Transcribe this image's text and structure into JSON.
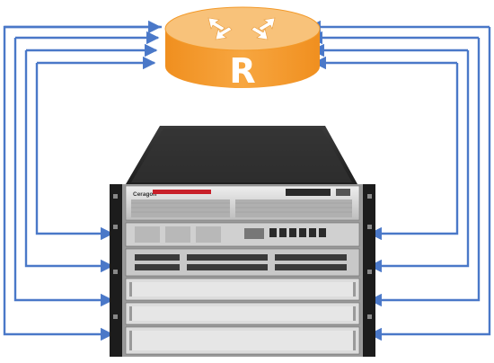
{
  "diagram": {
    "router_label": "R",
    "chassis_brand": "Ceragon",
    "colors": {
      "connector_blue": "#4a78c8",
      "router_top": "#f6b45a",
      "router_side": "#f39a2a",
      "chassis_dark": "#2b2b2b",
      "chassis_silver": "#d8d8d8"
    },
    "icons": [
      "router-icon",
      "arrow-icon",
      "network-chassis-image"
    ]
  }
}
